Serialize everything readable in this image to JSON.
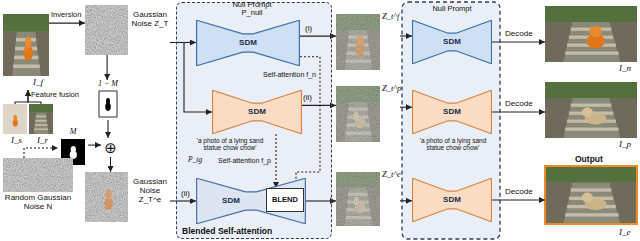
{
  "diagram": {
    "nodes": [
      {
        "text": [
          "I_f"
        ]
      },
      {
        "text": [
          "I_s"
        ]
      },
      {
        "text": [
          "I_r"
        ]
      },
      {
        "text": [
          "Gaussian Noise Z_T"
        ]
      },
      {
        "text": [
          "1 − M"
        ]
      },
      {
        "text": [
          "M"
        ]
      },
      {
        "text": [
          "⊕"
        ]
      },
      {
        "text": [
          "Random Gaussian Noise N"
        ]
      },
      {
        "text": [
          "Gaussian Noise Z_T^e"
        ]
      },
      {
        "text": [
          "Blended Self-attention"
        ]
      },
      {
        "text": [
          "SDM"
        ],
        "in": 9
      },
      {
        "text": [
          "SDM"
        ],
        "in": 9
      },
      {
        "text": [
          "SDM"
        ],
        "in": 9
      },
      {
        "text": [
          "BLEND"
        ],
        "in": 12
      },
      {
        "text": [
          "Z_t^f"
        ]
      },
      {
        "text": [
          "Z_t^p"
        ]
      },
      {
        "text": [
          "Z_t^e"
        ]
      },
      {
        "text": [
          "SDM"
        ]
      },
      {
        "text": [
          "SDM"
        ]
      },
      {
        "text": [
          "SDM"
        ]
      },
      {
        "text": [
          "I_n"
        ]
      },
      {
        "text": [
          "I_p"
        ]
      },
      {
        "text": [
          "Output",
          "I_e"
        ]
      }
    ],
    "edges": [
      {
        "from": 1,
        "to": 0,
        "label": "Feature fusion",
        "arrow": "to"
      },
      {
        "from": 2,
        "to": 0,
        "arrow": "to"
      },
      {
        "from": 0,
        "to": 3,
        "label": "Inversion",
        "arrow": "to"
      },
      {
        "from": 3,
        "to": 4,
        "arrow": "to"
      },
      {
        "from": 4,
        "to": 6,
        "arrow": "to"
      },
      {
        "from": 7,
        "to": 5,
        "arrow": "to"
      },
      {
        "from": 5,
        "to": 6,
        "arrow": "to"
      },
      {
        "from": 6,
        "to": 8,
        "arrow": "to"
      },
      {
        "from": 3,
        "to": 10,
        "arrow": "to"
      },
      {
        "from": 3,
        "to": 11,
        "arrow": "to"
      },
      {
        "from": 8,
        "to": 12,
        "label": "(ii)",
        "arrow": "to"
      },
      {
        "from": 10,
        "to": 13,
        "label": "Self-attention f_n",
        "arrow": "to"
      },
      {
        "from": 11,
        "to": 13,
        "label": "Self-attention f_p",
        "arrow": "to"
      },
      {
        "from": 10,
        "to": 14,
        "label": "(i)",
        "arrow": "to"
      },
      {
        "from": 11,
        "to": 15,
        "label": "(ii)",
        "arrow": "to"
      },
      {
        "from": 12,
        "to": 16,
        "arrow": "to"
      },
      {
        "from": 14,
        "to": 17,
        "arrow": "to"
      },
      {
        "from": 15,
        "to": 18,
        "arrow": "to"
      },
      {
        "from": 16,
        "to": 19,
        "arrow": "to"
      },
      {
        "from": 17,
        "to": 20,
        "label": "Decode",
        "arrow": "to"
      },
      {
        "from": 18,
        "to": 21,
        "label": "Decode",
        "arrow": "to"
      },
      {
        "from": 19,
        "to": 22,
        "label": "Decode",
        "arrow": "to"
      }
    ],
    "labels": [
      "Null Prompt P_null",
      "'a photo of a lying sand statue chow chow'",
      "P_tg",
      "Null Prompt",
      "'a photo of a lying sand statue chow chow'"
    ]
  }
}
